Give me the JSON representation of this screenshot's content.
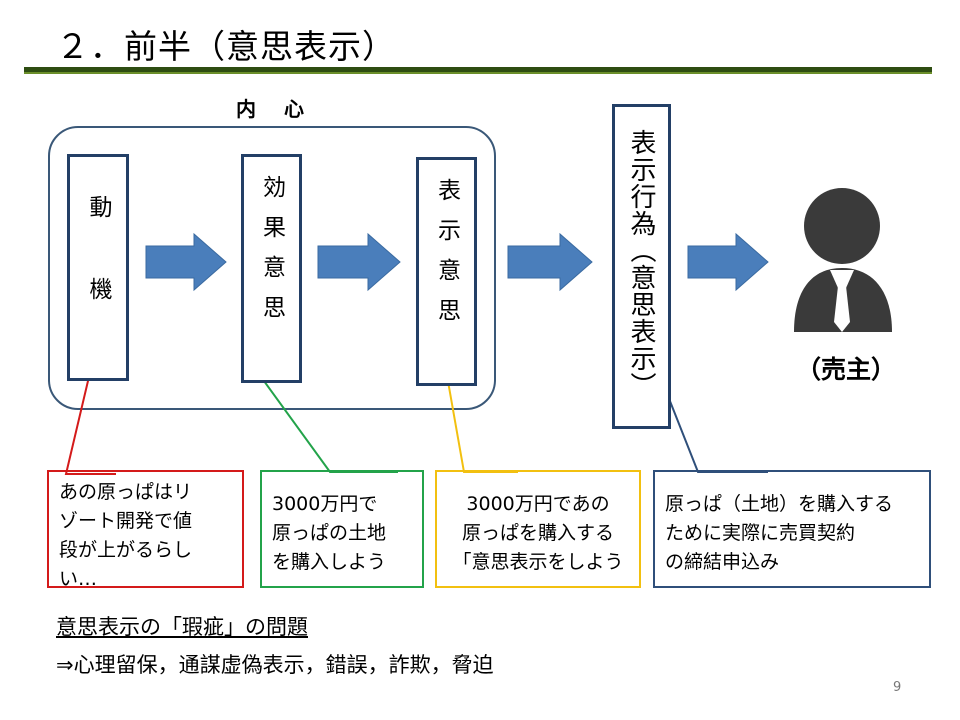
{
  "slide": {
    "title": "２．前半（意思表示）",
    "inner_label": "内心",
    "page_number": "9"
  },
  "flow": {
    "motive": "動　機",
    "effect_intent": "効果意思",
    "expression_intent": "表示意思",
    "expression_act": "表示行為（意思表示）",
    "seller_label": "（売主）"
  },
  "notes": {
    "motive_note": "あの原っぱはリ\nゾート開発で値\n段が上がるらし\nい…",
    "effect_note": "3000万円で\n原っぱの土地\nを購入しよう",
    "expression_note": "3000万円であの\n原っぱを購入する\n「意思表示をしよう",
    "act_note": "原っぱ（土地）を購入する\nために実際に売買契約\nの締結申込み"
  },
  "issues": {
    "title": "意思表示の「瑕疵」の問題",
    "list": "⇒心理留保，通謀虚偽表示，錯誤，詐欺，脅迫"
  },
  "colors": {
    "title_rule": "#2e4d12",
    "box_border": "#233f66",
    "arrow_fill": "#4a7ebb",
    "note_red": "#d41a1a",
    "note_green": "#23a34a",
    "note_yellow": "#f2c010",
    "note_blue": "#2f4f7a",
    "person_fill": "#3a3a3a"
  }
}
